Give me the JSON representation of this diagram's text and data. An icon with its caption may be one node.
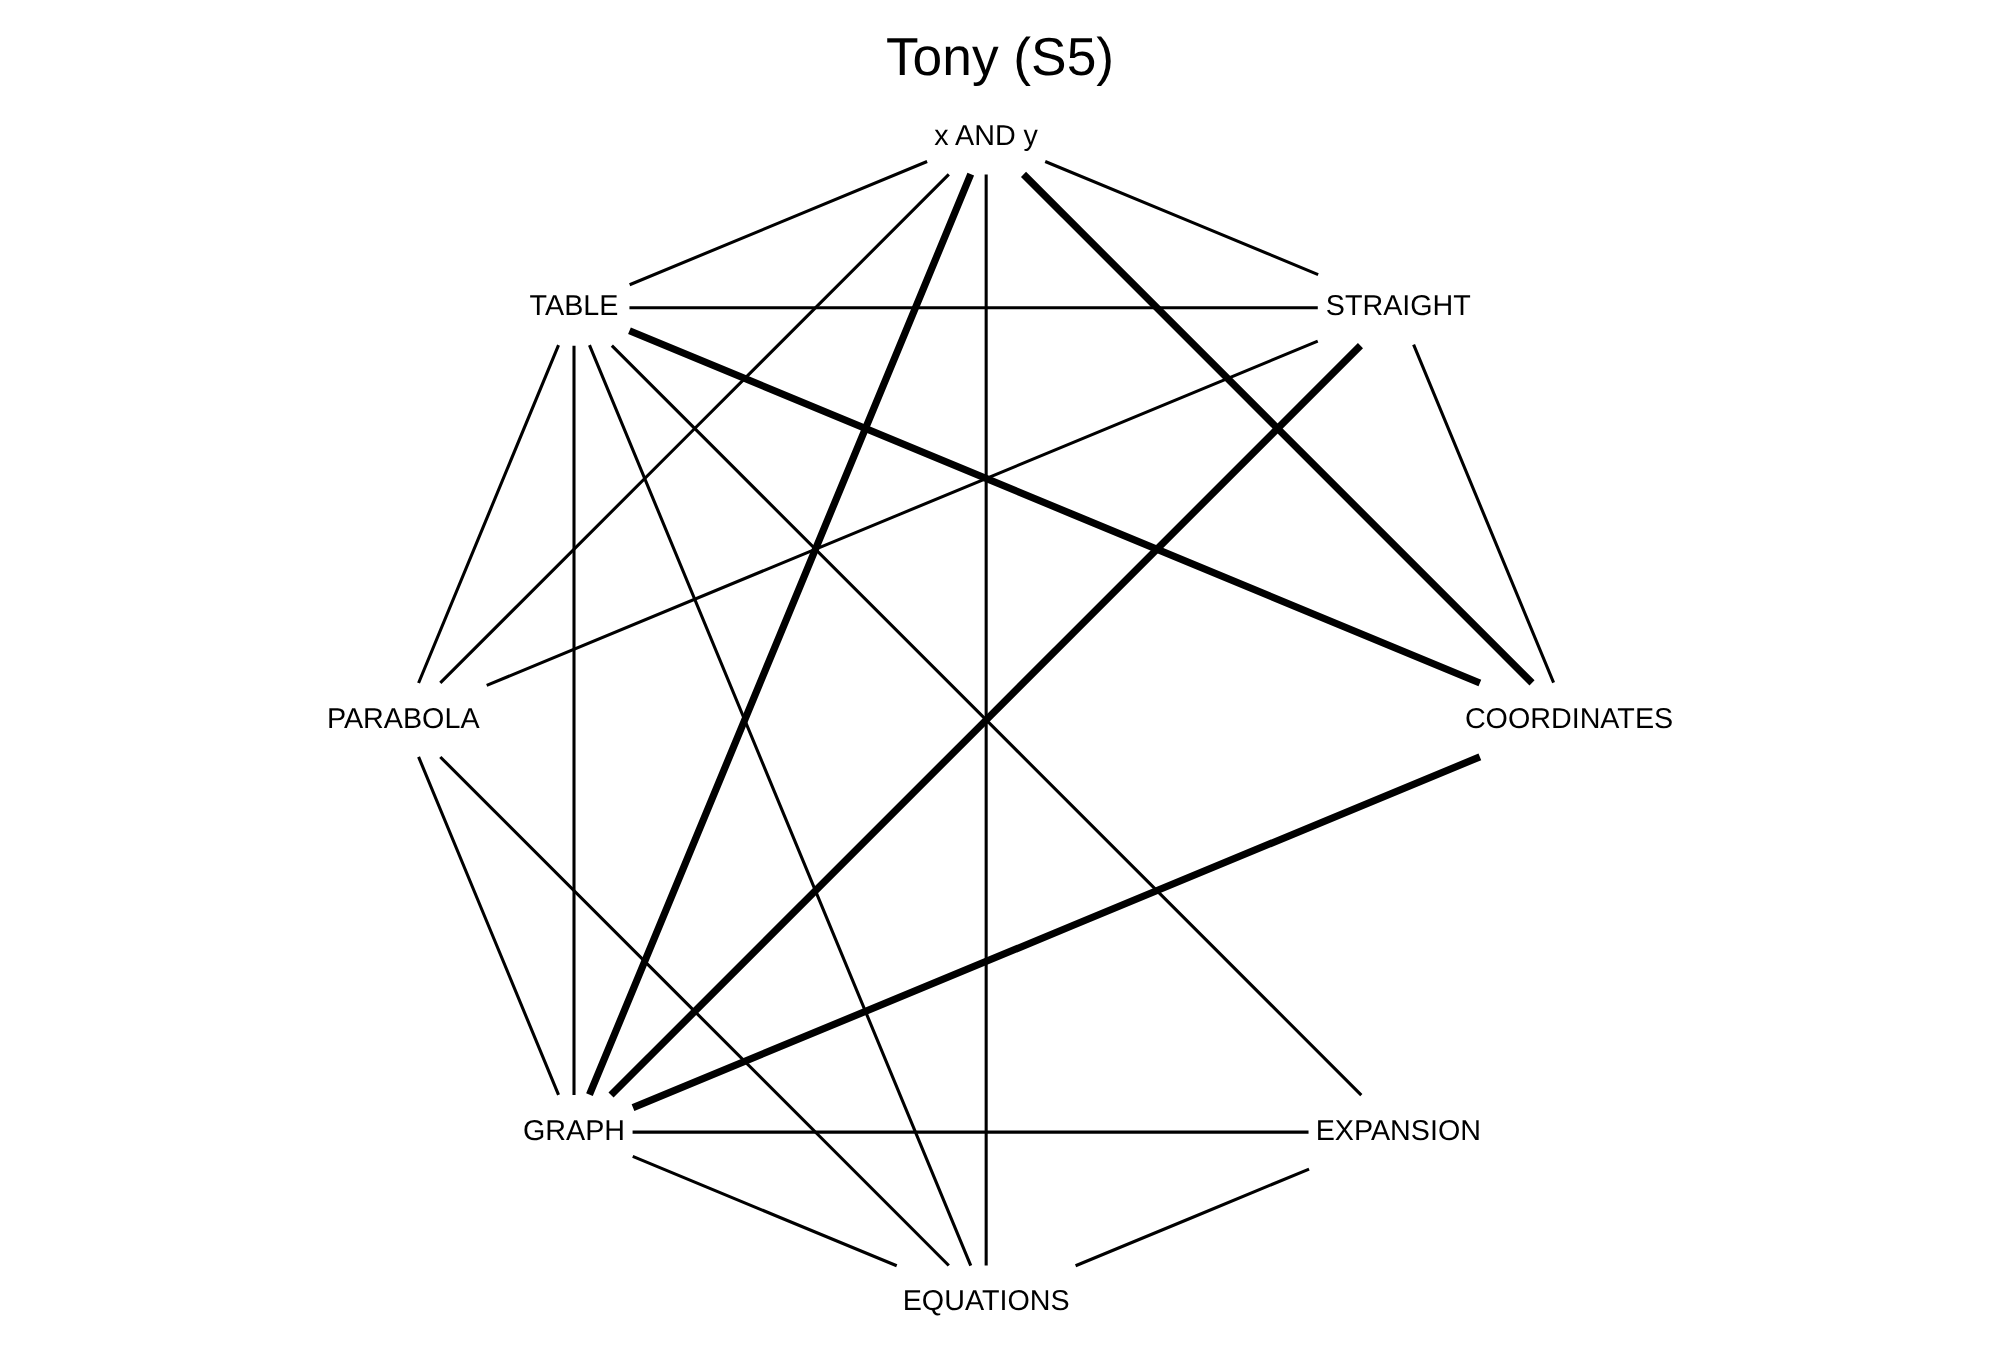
{
  "diagram": {
    "title": "Tony (S5)",
    "nodes": [
      {
        "text": [
          "x AND y"
        ]
      },
      {
        "text": [
          "COORDINATES"
        ]
      },
      {
        "text": [
          "EQUATIONS"
        ]
      },
      {
        "text": [
          "EXPANSION"
        ]
      },
      {
        "text": [
          "GRAPH"
        ]
      },
      {
        "text": [
          "TABLE"
        ]
      },
      {
        "text": [
          "STRAIGHT"
        ]
      },
      {
        "text": [
          "PARABOLA"
        ]
      }
    ],
    "edges": [
      {
        "from": 0,
        "to": 1,
        "arrow": "none",
        "style": "thick"
      },
      {
        "from": 0,
        "to": 2,
        "arrow": "none"
      },
      {
        "from": 0,
        "to": 4,
        "arrow": "none",
        "style": "thick"
      },
      {
        "from": 0,
        "to": 6,
        "arrow": "none"
      },
      {
        "from": 0,
        "to": 7,
        "arrow": "none"
      },
      {
        "from": 0,
        "to": 5,
        "arrow": "none"
      },
      {
        "from": 1,
        "to": 4,
        "arrow": "none",
        "style": "thick"
      },
      {
        "from": 1,
        "to": 5,
        "arrow": "none",
        "style": "thick"
      },
      {
        "from": 1,
        "to": 6,
        "arrow": "none"
      },
      {
        "from": 2,
        "to": 3,
        "arrow": "none"
      },
      {
        "from": 2,
        "to": 4,
        "arrow": "none"
      },
      {
        "from": 2,
        "to": 5,
        "arrow": "none"
      },
      {
        "from": 2,
        "to": 7,
        "arrow": "none"
      },
      {
        "from": 3,
        "to": 5,
        "arrow": "none"
      },
      {
        "from": 3,
        "to": 4,
        "arrow": "none"
      },
      {
        "from": 4,
        "to": 5,
        "arrow": "none"
      },
      {
        "from": 4,
        "to": 6,
        "arrow": "none",
        "style": "thick"
      },
      {
        "from": 4,
        "to": 7,
        "arrow": "none"
      },
      {
        "from": 6,
        "to": 7,
        "arrow": "none"
      },
      {
        "from": 6,
        "to": 5,
        "arrow": "none"
      },
      {
        "from": 5,
        "to": 7,
        "arrow": "none"
      }
    ]
  }
}
